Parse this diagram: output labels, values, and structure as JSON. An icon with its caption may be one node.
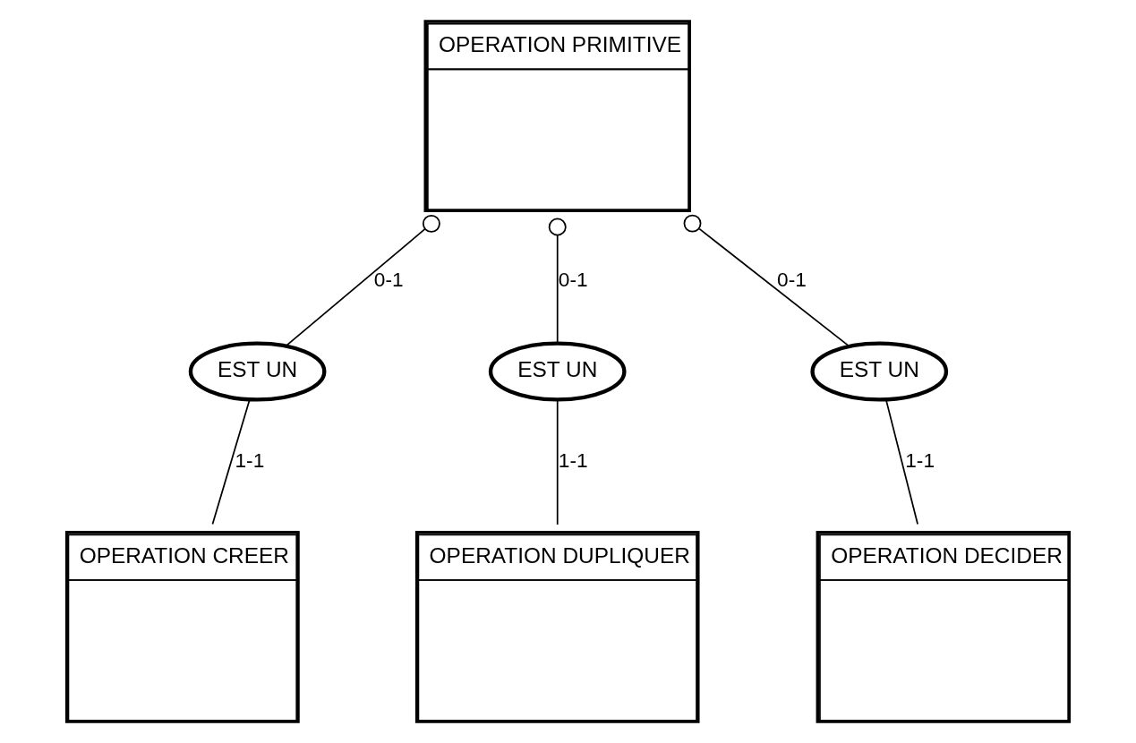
{
  "diagram": {
    "nodes": [
      {
        "text": [
          "OPERATION PRIMITIVE"
        ]
      },
      {
        "text": [
          "EST UN"
        ]
      },
      {
        "text": [
          "EST UN"
        ]
      },
      {
        "text": [
          "EST UN"
        ]
      },
      {
        "text": [
          "OPERATION CREER"
        ]
      },
      {
        "text": [
          "OPERATION DUPLIQUER"
        ]
      },
      {
        "text": [
          "OPERATION DECIDER"
        ]
      }
    ],
    "edges": [
      {
        "from": 0,
        "to": 1,
        "arrow": "other",
        "label": "0-1"
      },
      {
        "from": 0,
        "to": 2,
        "arrow": "other",
        "label": "0-1"
      },
      {
        "from": 0,
        "to": 3,
        "arrow": "other",
        "label": "0-1"
      },
      {
        "from": 1,
        "to": 4,
        "arrow": "none",
        "label": "1-1"
      },
      {
        "from": 2,
        "to": 5,
        "arrow": "none",
        "label": "1-1"
      },
      {
        "from": 3,
        "to": 6,
        "arrow": "none",
        "label": "1-1"
      }
    ]
  }
}
